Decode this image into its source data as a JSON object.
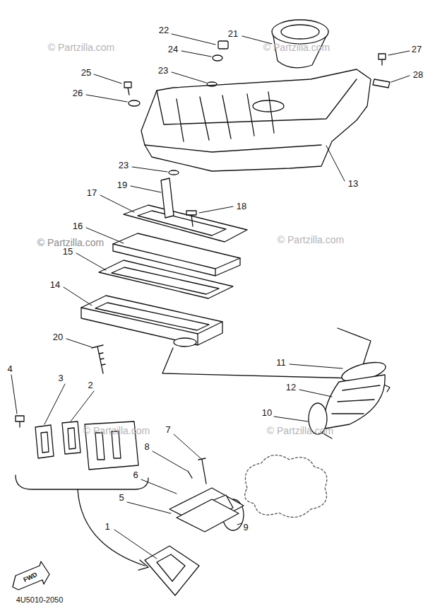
{
  "diagram": {
    "labels": [
      "22",
      "21",
      "© Partzilla.com",
      "© Partzilla.com",
      "27",
      "24",
      "28",
      "25",
      "23",
      "26",
      "13",
      "23",
      "19",
      "17",
      "18",
      "16",
      "© Partzilla.com",
      "© Partzilla.com",
      "15",
      "14",
      "20",
      "11",
      "12",
      "4",
      "3",
      "2",
      "10",
      "© Partzilla.com",
      "© Partzilla.com",
      "7",
      "8",
      "6",
      "5",
      "9",
      "1",
      "FWD",
      "4U5010-2050"
    ]
  }
}
